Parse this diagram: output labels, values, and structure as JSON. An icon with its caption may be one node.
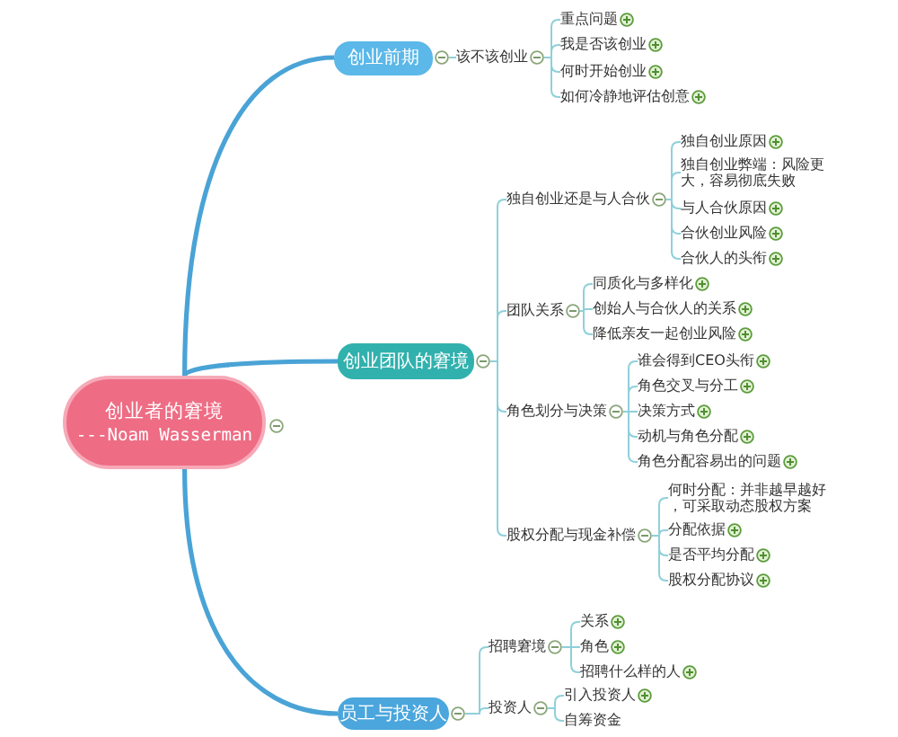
{
  "diagram": {
    "nodes": [
      {
        "text": [
          "创业者的窘境",
          "---Noam Wasserman"
        ]
      },
      {
        "text": [
          "创业前期"
        ]
      },
      {
        "text": [
          "该不该创业"
        ]
      },
      {
        "text": [
          "重点问题"
        ]
      },
      {
        "text": [
          "我是否该创业"
        ]
      },
      {
        "text": [
          "何时开始创业"
        ]
      },
      {
        "text": [
          "如何冷静地评估创意"
        ]
      },
      {
        "text": [
          "创业团队的窘境"
        ]
      },
      {
        "text": [
          "独自创业还是与人合伙"
        ]
      },
      {
        "text": [
          "独自创业原因"
        ]
      },
      {
        "text": [
          "独自创业弊端：风险更大，容易彻底失败"
        ]
      },
      {
        "text": [
          "与人合伙原因"
        ]
      },
      {
        "text": [
          "合伙创业风险"
        ]
      },
      {
        "text": [
          "合伙人的头衔"
        ]
      },
      {
        "text": [
          "团队关系"
        ]
      },
      {
        "text": [
          "同质化与多样化"
        ]
      },
      {
        "text": [
          "创始人与合伙人的关系"
        ]
      },
      {
        "text": [
          "降低亲友一起创业风险"
        ]
      },
      {
        "text": [
          "角色划分与决策"
        ]
      },
      {
        "text": [
          "谁会得到CEO头衔"
        ]
      },
      {
        "text": [
          "角色交叉与分工"
        ]
      },
      {
        "text": [
          "决策方式"
        ]
      },
      {
        "text": [
          "动机与角色分配"
        ]
      },
      {
        "text": [
          "角色分配容易出的问题"
        ]
      },
      {
        "text": [
          "股权分配与现金补偿"
        ]
      },
      {
        "text": [
          "何时分配：并非越早越好，可采取动态股权方案"
        ]
      },
      {
        "text": [
          "分配依据"
        ]
      },
      {
        "text": [
          "是否平均分配"
        ]
      },
      {
        "text": [
          "股权分配协议"
        ]
      },
      {
        "text": [
          "员工与投资人"
        ]
      },
      {
        "text": [
          "招聘窘境"
        ]
      },
      {
        "text": [
          "关系"
        ]
      },
      {
        "text": [
          "角色"
        ]
      },
      {
        "text": [
          "招聘什么样的人"
        ]
      },
      {
        "text": [
          "投资人"
        ]
      },
      {
        "text": [
          "引入投资人"
        ]
      },
      {
        "text": [
          "自筹资金"
        ]
      }
    ],
    "edges": [
      {
        "from": 0,
        "to": 1,
        "arrow": "none",
        "style": "thick",
        "color": "#4aa3d6"
      },
      {
        "from": 1,
        "to": 2,
        "arrow": "none"
      },
      {
        "from": 2,
        "to": 3,
        "arrow": "none"
      },
      {
        "from": 2,
        "to": 4,
        "arrow": "none"
      },
      {
        "from": 2,
        "to": 5,
        "arrow": "none"
      },
      {
        "from": 2,
        "to": 6,
        "arrow": "none"
      },
      {
        "from": 0,
        "to": 7,
        "arrow": "none",
        "style": "thick",
        "color": "#4aa3d6"
      },
      {
        "from": 7,
        "to": 8,
        "arrow": "none"
      },
      {
        "from": 8,
        "to": 9,
        "arrow": "none"
      },
      {
        "from": 8,
        "to": 10,
        "arrow": "none"
      },
      {
        "from": 8,
        "to": 11,
        "arrow": "none"
      },
      {
        "from": 8,
        "to": 12,
        "arrow": "none"
      },
      {
        "from": 8,
        "to": 13,
        "arrow": "none"
      },
      {
        "from": 7,
        "to": 14,
        "arrow": "none"
      },
      {
        "from": 14,
        "to": 15,
        "arrow": "none"
      },
      {
        "from": 14,
        "to": 16,
        "arrow": "none"
      },
      {
        "from": 14,
        "to": 17,
        "arrow": "none"
      },
      {
        "from": 7,
        "to": 18,
        "arrow": "none"
      },
      {
        "from": 18,
        "to": 19,
        "arrow": "none"
      },
      {
        "from": 18,
        "to": 20,
        "arrow": "none"
      },
      {
        "from": 18,
        "to": 21,
        "arrow": "none"
      },
      {
        "from": 18,
        "to": 22,
        "arrow": "none"
      },
      {
        "from": 18,
        "to": 23,
        "arrow": "none"
      },
      {
        "from": 7,
        "to": 24,
        "arrow": "none"
      },
      {
        "from": 24,
        "to": 25,
        "arrow": "none"
      },
      {
        "from": 24,
        "to": 26,
        "arrow": "none"
      },
      {
        "from": 24,
        "to": 27,
        "arrow": "none"
      },
      {
        "from": 24,
        "to": 28,
        "arrow": "none"
      },
      {
        "from": 0,
        "to": 29,
        "arrow": "none",
        "style": "thick",
        "color": "#4aa3d6"
      },
      {
        "from": 29,
        "to": 30,
        "arrow": "none"
      },
      {
        "from": 30,
        "to": 31,
        "arrow": "none"
      },
      {
        "from": 30,
        "to": 32,
        "arrow": "none"
      },
      {
        "from": 30,
        "to": 33,
        "arrow": "none"
      },
      {
        "from": 29,
        "to": 34,
        "arrow": "none"
      },
      {
        "from": 34,
        "to": 35,
        "arrow": "none"
      },
      {
        "from": 34,
        "to": 36,
        "arrow": "none"
      }
    ]
  }
}
